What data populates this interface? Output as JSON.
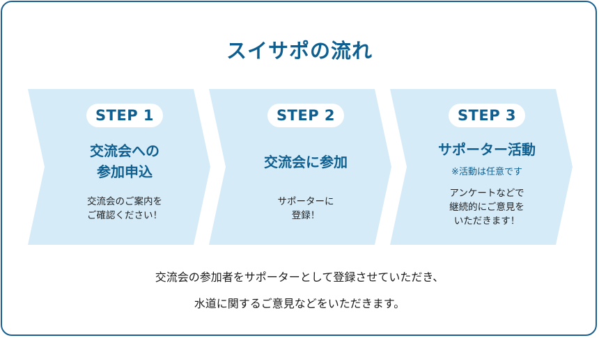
{
  "title": "スイサポの流れ",
  "steps": [
    {
      "badge": "STEP 1",
      "title_lines": [
        "交流会への",
        "参加申込"
      ],
      "note": "",
      "desc_lines": [
        "交流会のご案内を",
        "ご確認ください！"
      ]
    },
    {
      "badge": "STEP 2",
      "title_lines": [
        "交流会に参加"
      ],
      "note": "",
      "desc_lines": [
        "サポーターに",
        "登録！"
      ]
    },
    {
      "badge": "STEP 3",
      "title_lines": [
        "サポーター活動"
      ],
      "note": "※活動は任意です",
      "desc_lines": [
        "アンケートなどで",
        "継続的にご意見を",
        "いただきます！"
      ]
    }
  ],
  "footer_lines": [
    "交流会の参加者をサポーターとして登録させていただき、",
    "水道に関するご意見などをいただきます。"
  ],
  "colors": {
    "accent": "#0e5f8f",
    "step_bg": "#d5ebf8",
    "border": "#1a5f8f"
  }
}
